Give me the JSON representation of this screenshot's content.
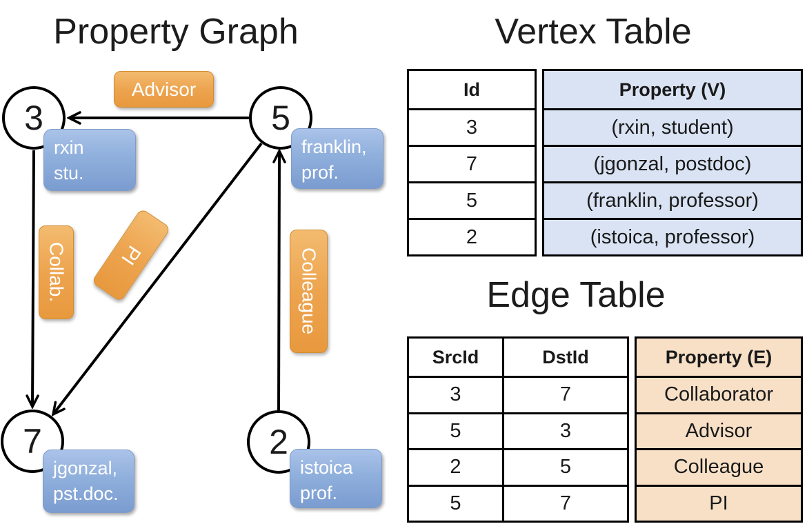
{
  "titles": {
    "graph": "Property Graph",
    "vertex_table": "Vertex Table",
    "edge_table": "Edge Table"
  },
  "colors": {
    "edge_label_orange": "#EDA44F",
    "vertex_box_blue": "#8FAFDC",
    "vertex_table_fill": "#DAE3F3",
    "edge_table_fill": "#F8E0C7",
    "line_black": "#000000"
  },
  "graph": {
    "nodes": [
      {
        "id": "3",
        "prop_line1": "rxin",
        "prop_line2": "stu."
      },
      {
        "id": "5",
        "prop_line1": "franklin,",
        "prop_line2": "prof."
      },
      {
        "id": "7",
        "prop_line1": "jgonzal,",
        "prop_line2": "pst.doc."
      },
      {
        "id": "2",
        "prop_line1": "istoica",
        "prop_line2": "prof."
      }
    ],
    "edge_labels": [
      {
        "label": "Advisor"
      },
      {
        "label": "Collab."
      },
      {
        "label": "PI"
      },
      {
        "label": "Colleague"
      }
    ]
  },
  "vertex_table": {
    "headers": {
      "id": "Id",
      "property": "Property (V)"
    },
    "rows": [
      {
        "id": "3",
        "property": "(rxin, student)"
      },
      {
        "id": "7",
        "property": "(jgonzal, postdoc)"
      },
      {
        "id": "5",
        "property": "(franklin, professor)"
      },
      {
        "id": "2",
        "property": "(istoica, professor)"
      }
    ]
  },
  "edge_table": {
    "headers": {
      "src": "SrcId",
      "dst": "DstId",
      "property": "Property (E)"
    },
    "rows": [
      {
        "src": "3",
        "dst": "7",
        "property": "Collaborator"
      },
      {
        "src": "5",
        "dst": "3",
        "property": "Advisor"
      },
      {
        "src": "2",
        "dst": "5",
        "property": "Colleague"
      },
      {
        "src": "5",
        "dst": "7",
        "property": "PI"
      }
    ]
  }
}
